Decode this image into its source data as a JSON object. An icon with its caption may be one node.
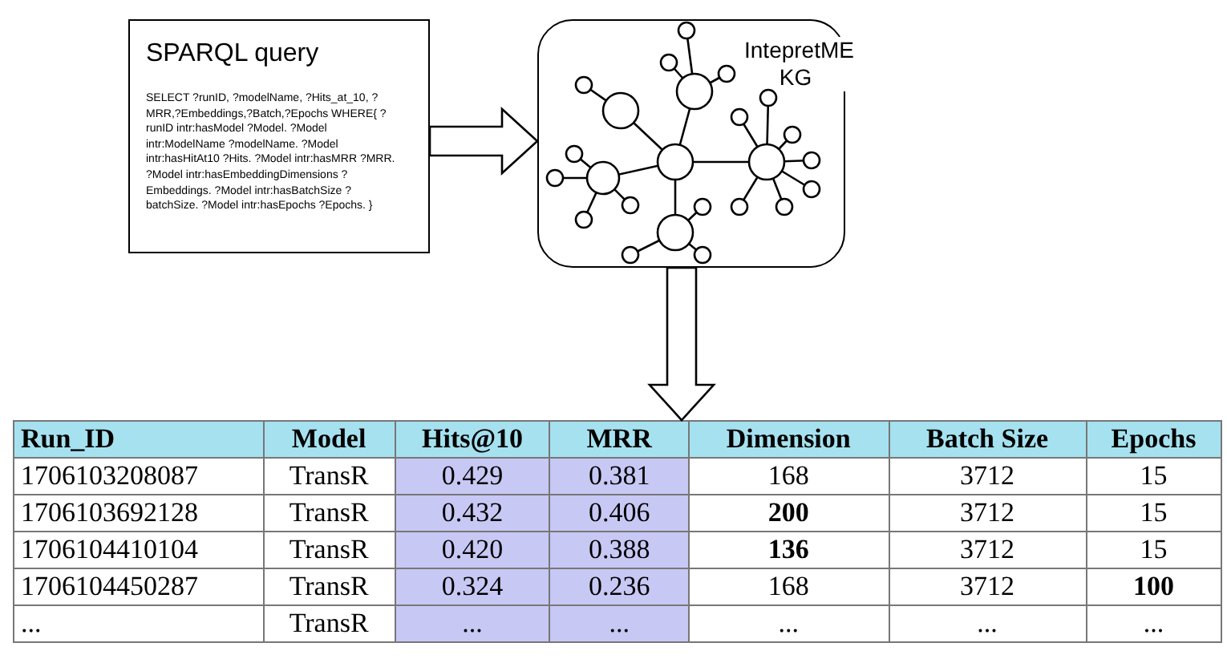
{
  "diagram": {
    "nodes": [
      {
        "text": [
          "SPARQL query",
          "SELECT ?runID, ?modelName, ?Hits_at_10, ?MRR,?Embeddings,?Batch,?Epochs WHERE{ ?runID intr:hasModel ?Model. ?Model intr:ModelName ?modelName. ?Model intr:hasHitAt10 ?Hits. ?Model intr:hasMRR ?MRR. ?Model intr:hasEmbeddingDimensions ? Embeddings. ?Model intr:hasBatchSize ?batchSize. ?Model intr:hasEpochs ?Epochs. }"
        ]
      },
      {
        "text": [
          "IntepretME KG"
        ]
      },
      {
        "text": [],
        "shape": "box"
      }
    ],
    "edges": [
      {
        "from": 0,
        "to": 1,
        "arrow": "to"
      },
      {
        "from": 1,
        "to": 2,
        "arrow": "to"
      }
    ],
    "labels": [
      "Run_ID",
      "Model",
      "Hits@10",
      "MRR",
      "Dimension",
      "Batch Size",
      "Epochs",
      "1706103208087",
      "TransR",
      "0.429",
      "0.381",
      "168",
      "3712",
      "15",
      "1706103692128",
      "TransR",
      "0.432",
      "0.406",
      "200",
      "3712",
      "15",
      "1706104410104",
      "TransR",
      "0.420",
      "0.388",
      "136",
      "3712",
      "15",
      "1706104450287",
      "TransR",
      "0.324",
      "0.236",
      "168",
      "3712",
      "100",
      "...",
      "TransR",
      "...",
      "...",
      "...",
      "...",
      "..."
    ]
  }
}
